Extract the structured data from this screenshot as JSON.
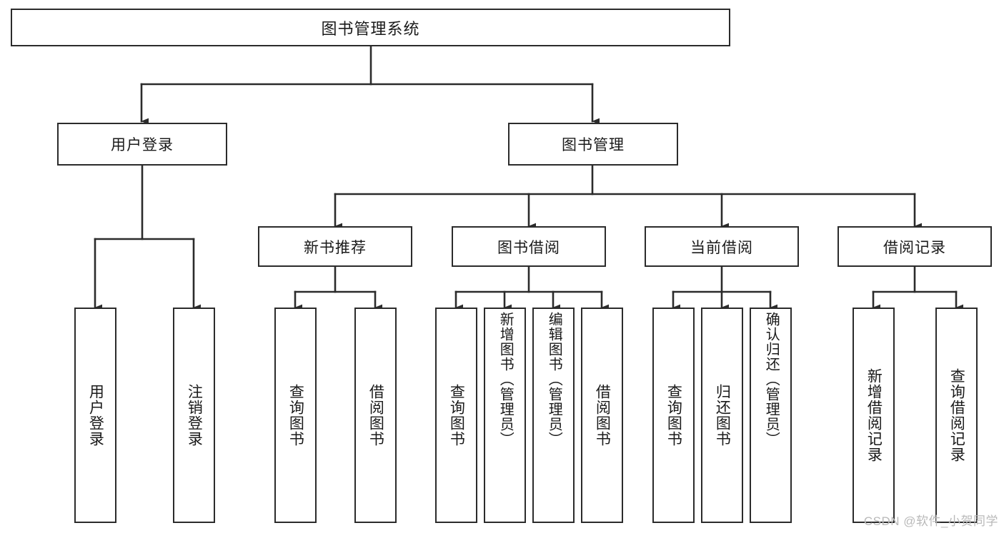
{
  "diagram": {
    "type": "tree",
    "title": "图书管理系统",
    "watermark": "CSDN @软件_小贺同学",
    "colors": {
      "stroke": "#2b2b2b",
      "fill": "#ffffff",
      "text": "#1a1a1a",
      "watermark": "#b9b9b9"
    },
    "root": {
      "label": "图书管理系统"
    },
    "level1": [
      {
        "label": "用户登录"
      },
      {
        "label": "图书管理"
      }
    ],
    "level2": [
      {
        "label": "新书推荐"
      },
      {
        "label": "图书借阅"
      },
      {
        "label": "当前借阅"
      },
      {
        "label": "借阅记录"
      }
    ],
    "leaves": {
      "user_login": [
        {
          "label": "用户登录"
        },
        {
          "label": "注销登录"
        }
      ],
      "new_book_recommend": [
        {
          "label": "查询图书"
        },
        {
          "label": "借阅图书"
        }
      ],
      "book_borrow": [
        {
          "label": "查询图书"
        },
        {
          "label": "新增图书（管理员）"
        },
        {
          "label": "编辑图书（管理员）"
        },
        {
          "label": "借阅图书"
        }
      ],
      "current_borrow": [
        {
          "label": "查询图书"
        },
        {
          "label": "归还图书"
        },
        {
          "label": "确认归还（管理员）"
        }
      ],
      "borrow_record": [
        {
          "label": "新增借阅记录"
        },
        {
          "label": "查询借阅记录"
        }
      ]
    }
  }
}
